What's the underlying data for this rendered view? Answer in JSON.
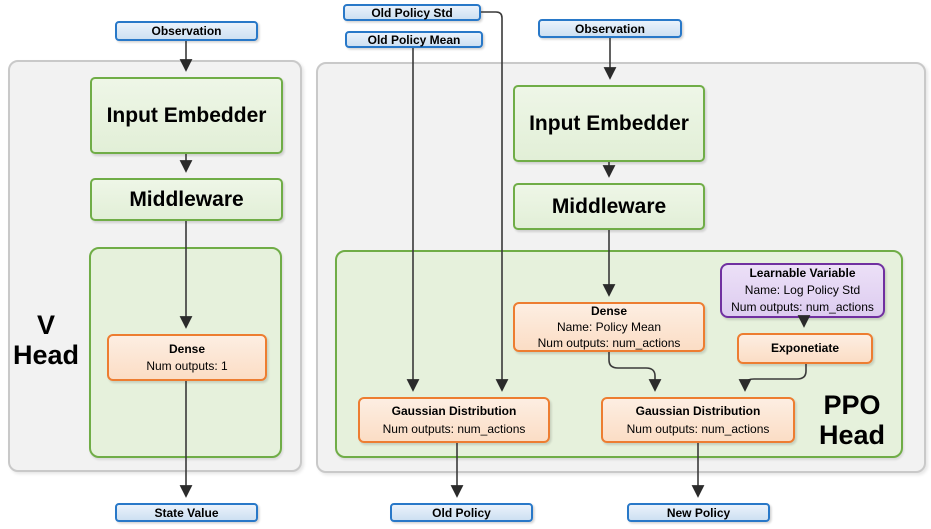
{
  "colors": {
    "blue_border": "#2878c8",
    "blue_fill": "#d9e7f6",
    "green_border": "#70ad47",
    "green_fill": "#e6f1dc",
    "orange_border": "#ed7d31",
    "orange_fill": "#fce5d3",
    "purple_border": "#7030a0",
    "purple_fill": "#e5d6f3",
    "panel_fill": "#f2f2f2",
    "panel_border": "#c9c9c9",
    "arrow": "#3a3a3a"
  },
  "v_head": {
    "label_line1": "V",
    "label_line2": "Head",
    "observation": "Observation",
    "input_embedder": "Input Embedder",
    "middleware": "Middleware",
    "dense": {
      "title": "Dense",
      "line1": "Num outputs: 1"
    },
    "output": "State Value"
  },
  "ppo_head": {
    "label_line1": "PPO",
    "label_line2": "Head",
    "old_policy_std": "Old Policy Std",
    "old_policy_mean": "Old Policy Mean",
    "observation": "Observation",
    "input_embedder": "Input Embedder",
    "middleware": "Middleware",
    "dense": {
      "title": "Dense",
      "line1": "Name: Policy Mean",
      "line2": "Num outputs: num_actions"
    },
    "learnable_variable": {
      "title": "Learnable Variable",
      "line1": "Name: Log Policy Std",
      "line2": "Num outputs: num_actions"
    },
    "exponetiate": "Exponetiate",
    "gaussian_old": {
      "title": "Gaussian Distribution",
      "line1": "Num outputs: num_actions"
    },
    "gaussian_new": {
      "title": "Gaussian Distribution",
      "line1": "Num outputs: num_actions"
    },
    "output_old": "Old Policy",
    "output_new": "New Policy"
  }
}
